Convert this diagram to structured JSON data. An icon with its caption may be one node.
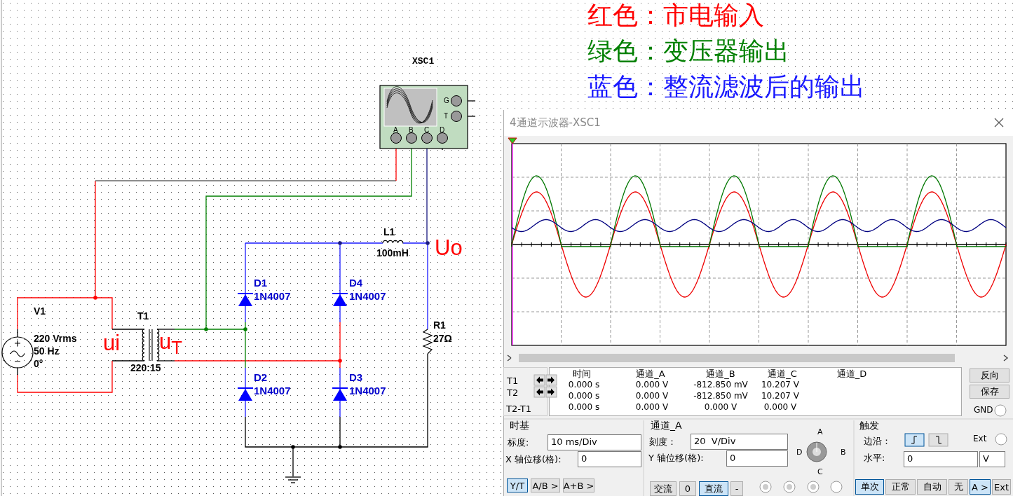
{
  "diagram": {
    "labels": [
      "XSC1",
      "G",
      "T",
      "A",
      "B",
      "C",
      "D",
      "L1",
      "100mH",
      "Uo",
      "D1",
      "1N4007",
      "D4",
      "1N4007",
      "V1",
      "220 Vrms",
      "50 Hz",
      "0°",
      "T1",
      "ui",
      "u$_{T}$",
      "R1",
      "27Ω",
      "220:15",
      "D2",
      "1N4007",
      "D3",
      "1N4007",
      "4通道示波器-XSC1",
      "T1",
      "T2",
      "T2-T1",
      "时间",
      "通道_A",
      "通道_B",
      "通道_C",
      "通道_D",
      "0.000 s",
      "0.000 V",
      "-812.850 mV",
      "10.207 V",
      "0.000 s",
      "0.000 V",
      "-812.850 mV",
      "10.207 V",
      "0.000 s",
      "0.000 V",
      "0.000 V",
      "0.000 V",
      "反向",
      "保存",
      "GND",
      "时基",
      "标度:",
      "10 ms/Div",
      "X 轴位移(格):",
      "0",
      "通道_A",
      "刻度：",
      "20  V/Div",
      "Y 轴位移(格):",
      "0",
      "A",
      "D",
      "B",
      "C",
      "触发",
      "边沿：",
      "Ext",
      "水平:",
      "0",
      "V",
      "Y/T",
      "A/B >",
      "A+B >",
      "交流",
      "0",
      "直流",
      "-",
      "单次",
      "正常",
      "自动",
      "无",
      "A >",
      "Ext"
    ],
    "legend": [
      {
        "text": "红色：市电输入",
        "color": "#ff0000"
      },
      {
        "text": "绿色：变压器输出",
        "color": "#008000"
      },
      {
        "text": "蓝色：整流滤波后的输出",
        "color": "#1a1aff"
      }
    ]
  }
}
